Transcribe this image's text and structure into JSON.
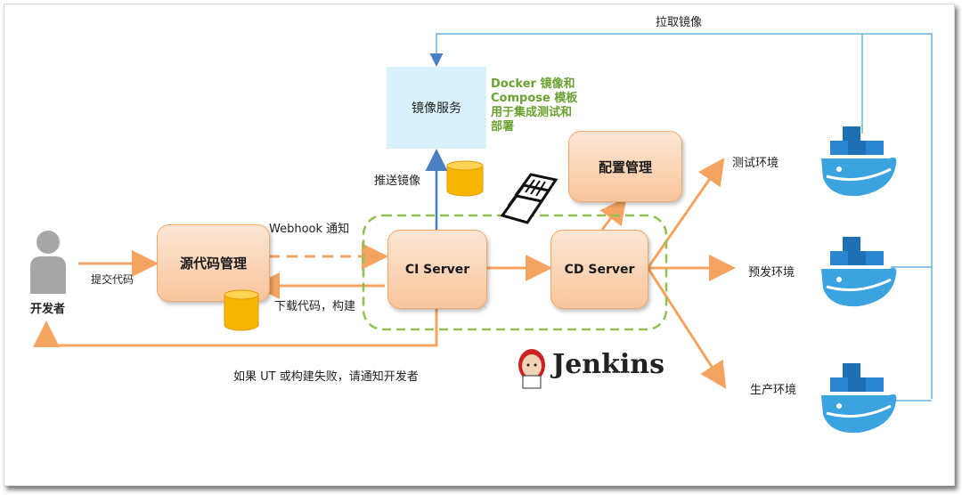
{
  "labels": {
    "pull_image": "拉取镜像",
    "mirror_service": "镜像服务",
    "docker_note_1": "Docker 镜像和",
    "docker_note_2": "Compose 模板",
    "docker_note_3": "用于集成测试和",
    "docker_note_4": "部署",
    "push_image": "推送镜像",
    "config_mgmt": "配置管理",
    "test_env": "测试环境",
    "pre_env": "预发环境",
    "prod_env": "生产环境",
    "webhook": "Webhook 通知",
    "source_mgmt": "源代码管理",
    "ci_server": "CI Server",
    "cd_server": "CD Server",
    "submit_code": "提交代码",
    "developer": "开发者",
    "download_build": "下载代码，构建",
    "ut_fail": "如果 UT 或构建失败，请通知开发者",
    "jenkins": "Jenkins"
  },
  "colors": {
    "arrow_orange": "#f4a460",
    "arrow_blue": "#4a7fc1",
    "line_blue": "#6bb4d8",
    "dashed_green": "#8ec052"
  },
  "icons": [
    "person-icon",
    "database-icon",
    "documents-icon",
    "jenkins-logo",
    "docker-whale-icon"
  ]
}
